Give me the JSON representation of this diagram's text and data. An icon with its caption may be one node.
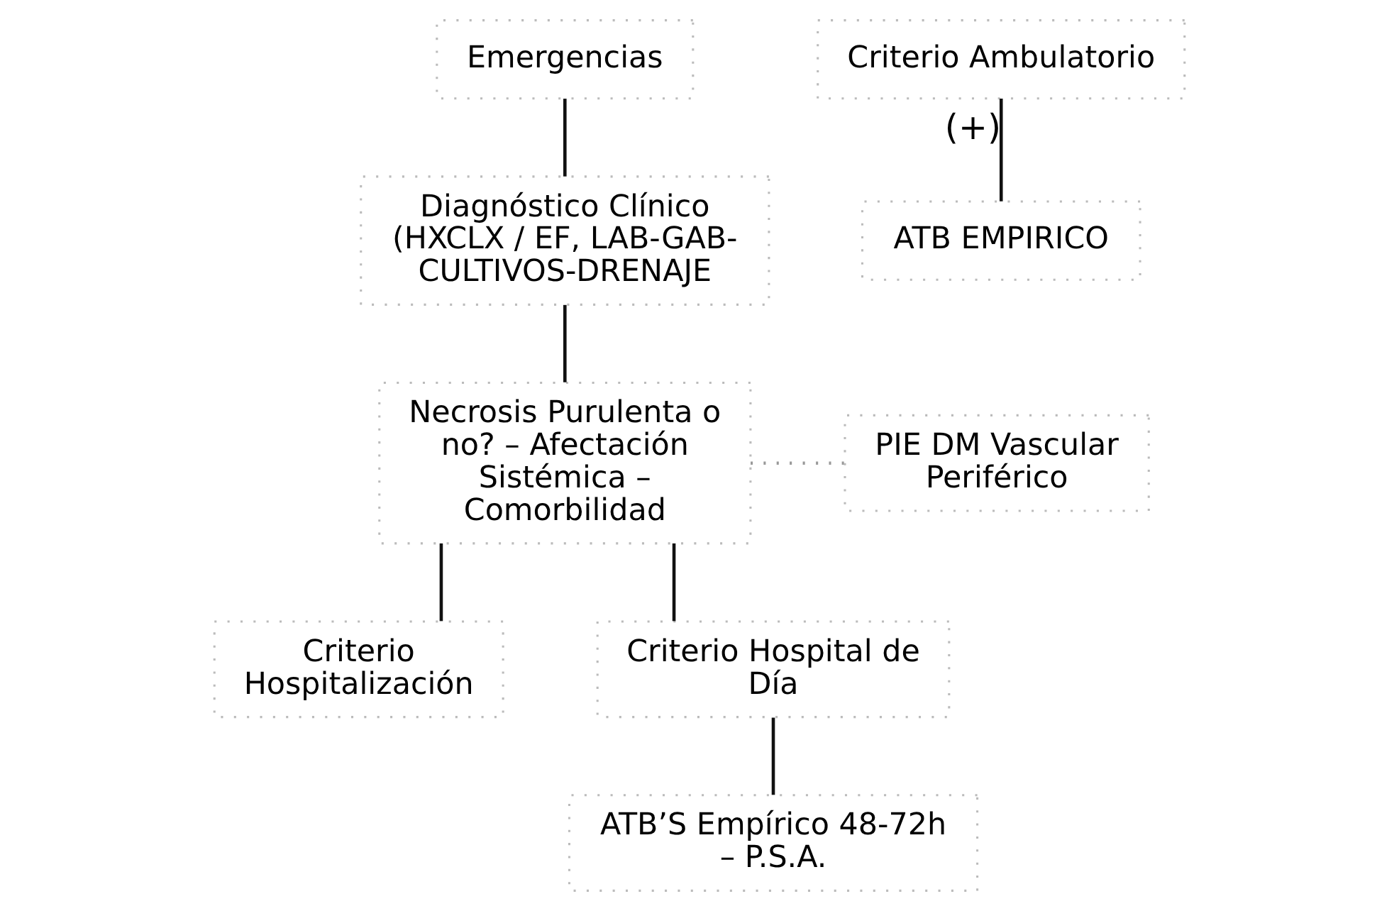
{
  "diagram": {
    "nodes": [
      {
        "text": [
          "Emergencias"
        ]
      },
      {
        "text": [
          "Diagnóstico Clínico (HXCLX / EF, LAB-GAB-CULTIVOS-DRENAJE"
        ]
      },
      {
        "text": [
          "Necrosis Purulenta o no? – Afectación Sistémica – Comorbilidad"
        ]
      },
      {
        "text": [
          "PIE DM Vascular Periférico"
        ]
      },
      {
        "text": [
          "Criterio Ambulatorio"
        ]
      },
      {
        "text": [
          "ATB EMPIRICO"
        ]
      },
      {
        "text": [
          "Criterio Hospitalización"
        ]
      },
      {
        "text": [
          "Criterio Hospital de Día"
        ]
      },
      {
        "text": [
          "ATB’S Empírico 48-72h – P.S.A."
        ]
      }
    ],
    "edges": [
      {
        "from": 0,
        "to": 1,
        "arrow": "none"
      },
      {
        "from": 1,
        "to": 2,
        "arrow": "none"
      },
      {
        "from": 2,
        "to": 3,
        "arrow": "none",
        "style": "dashed",
        "color": "#999999"
      },
      {
        "from": 2,
        "to": 6,
        "arrow": "none"
      },
      {
        "from": 2,
        "to": 7,
        "arrow": "none"
      },
      {
        "from": 4,
        "to": 5,
        "arrow": "none",
        "label": "(+)"
      },
      {
        "from": 7,
        "to": 8,
        "arrow": "none"
      }
    ]
  }
}
